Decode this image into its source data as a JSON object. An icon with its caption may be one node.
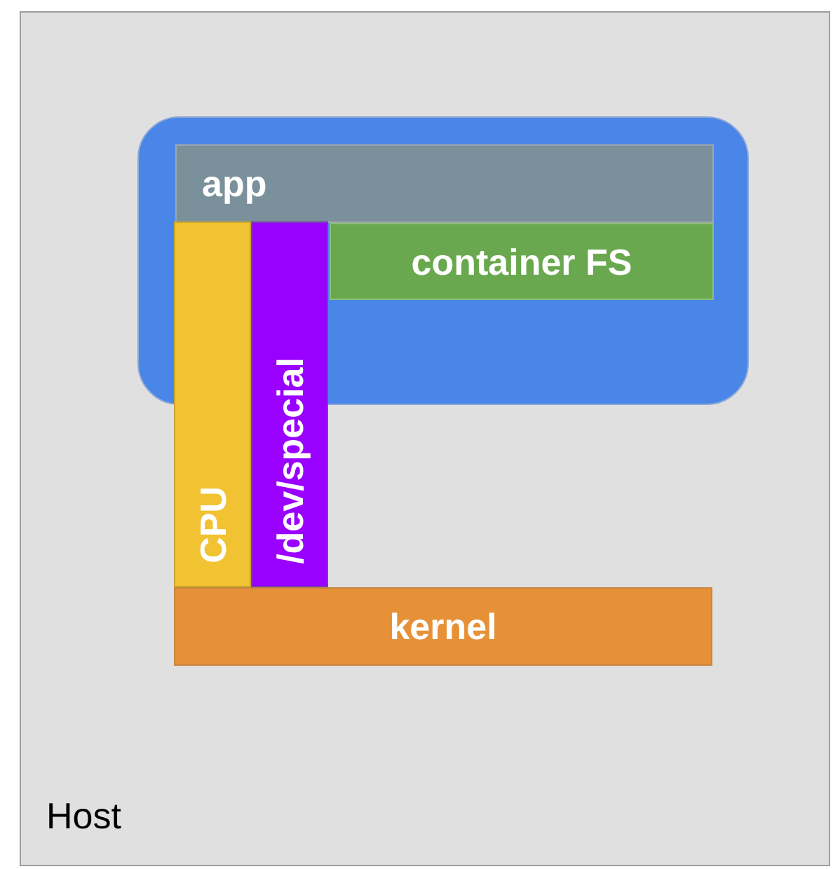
{
  "diagram": {
    "nodes": [
      {
        "text": [
          "Host"
        ]
      },
      {
        "text": [],
        "shape": "box",
        "in": 0
      },
      {
        "text": [
          "app"
        ],
        "in": 1
      },
      {
        "text": [
          "container FS"
        ],
        "in": 1
      },
      {
        "text": [
          "CPU"
        ],
        "in": 0
      },
      {
        "text": [
          "/dev/special"
        ],
        "in": 0
      },
      {
        "text": [
          "kernel"
        ],
        "in": 0
      }
    ]
  }
}
